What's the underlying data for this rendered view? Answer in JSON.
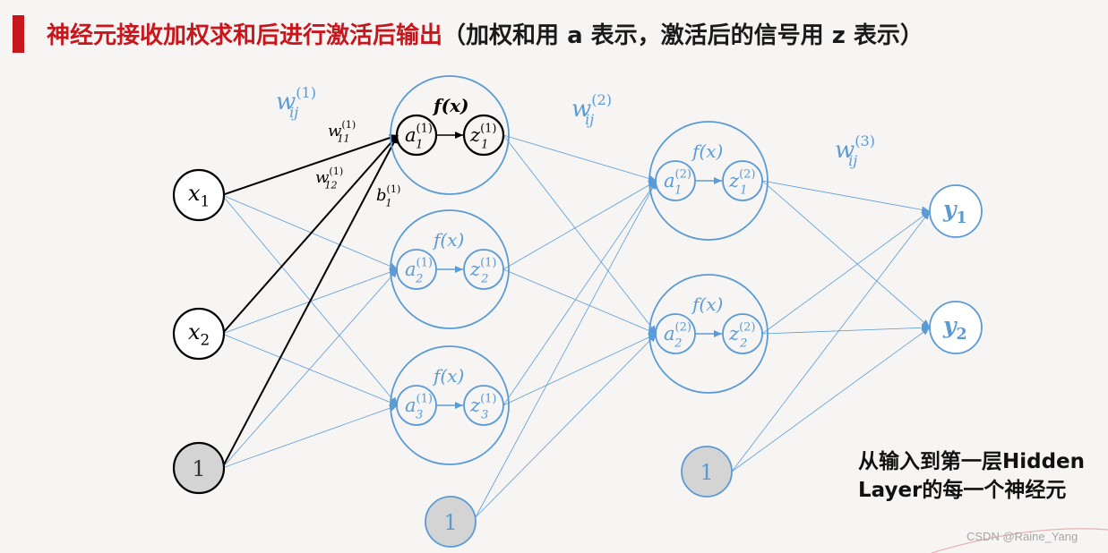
{
  "title": {
    "main": "神经元接收加权求和后进行激活后输出",
    "note": "（加权和用 a 表示，激活后的信号用 z 表示）"
  },
  "caption": {
    "line1": "从输入到第一层Hidden",
    "line2": "Layer的每一个神经元"
  },
  "watermark": "CSDN @Raine_Yang",
  "colors": {
    "accent": "#c8161d",
    "blue": "#5b9bd5",
    "black": "#000000",
    "bias_fill": "#d4d4d4"
  },
  "diagram": {
    "activation_label": "f(x)",
    "inputs": [
      {
        "base": "x",
        "sub": "1"
      },
      {
        "base": "x",
        "sub": "2"
      }
    ],
    "input_bias": "1",
    "hidden1": [
      {
        "a_sub": "1",
        "a_sup": "(1)",
        "z_sub": "1",
        "z_sup": "(1)"
      },
      {
        "a_sub": "2",
        "a_sup": "(1)",
        "z_sub": "2",
        "z_sup": "(1)"
      },
      {
        "a_sub": "3",
        "a_sup": "(1)",
        "z_sub": "3",
        "z_sup": "(1)"
      }
    ],
    "hidden1_bias": "1",
    "hidden2": [
      {
        "a_sub": "1",
        "a_sup": "(2)",
        "z_sub": "1",
        "z_sup": "(2)"
      },
      {
        "a_sub": "2",
        "a_sup": "(2)",
        "z_sub": "2",
        "z_sup": "(2)"
      }
    ],
    "hidden2_bias": "1",
    "outputs": [
      {
        "base": "y",
        "sub": "1"
      },
      {
        "base": "y",
        "sub": "2"
      }
    ],
    "layer_weight_labels": [
      {
        "base": "w",
        "sub": "ij",
        "sup": "(1)"
      },
      {
        "base": "w",
        "sub": "ij",
        "sup": "(2)"
      },
      {
        "base": "w",
        "sub": "ij",
        "sup": "(3)"
      }
    ],
    "edge_labels": [
      {
        "base": "w",
        "sub": "11",
        "sup": "(1)"
      },
      {
        "base": "w",
        "sub": "12",
        "sup": "(1)"
      },
      {
        "base": "b",
        "sub": "1",
        "sup": "(1)"
      }
    ]
  }
}
